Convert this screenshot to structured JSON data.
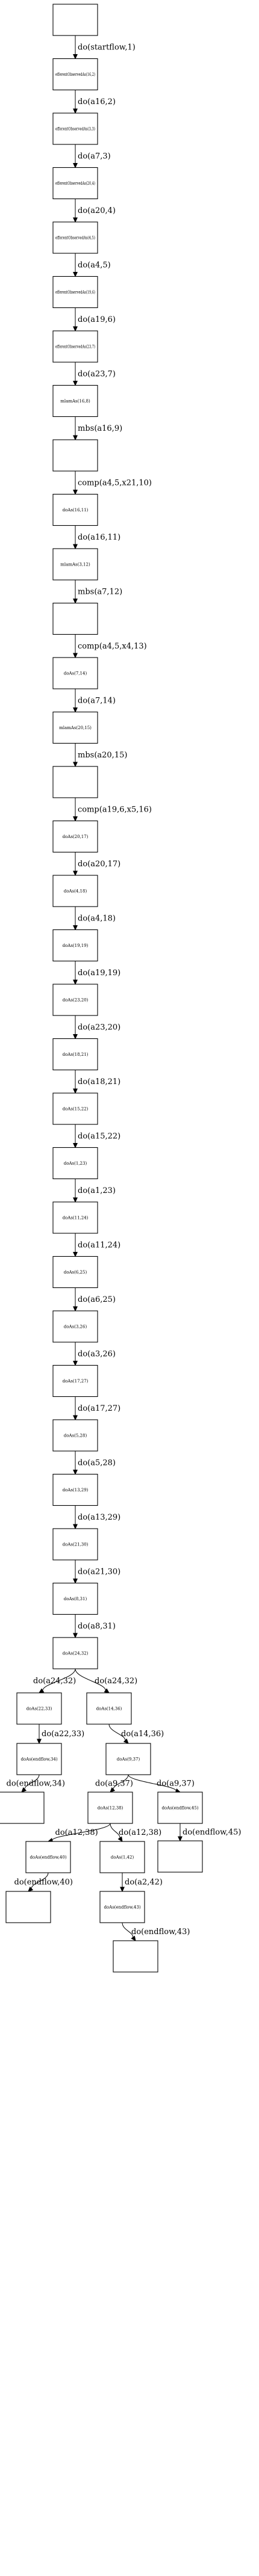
{
  "nodes": [
    {
      "id": "n0",
      "label": ""
    },
    {
      "id": "n1",
      "label": "efferentObservedAs(16,2)"
    },
    {
      "id": "n2",
      "label": "efferentObservedAs(3,3)"
    },
    {
      "id": "n3",
      "label": "efferentObservedAs(20,4)"
    },
    {
      "id": "n4",
      "label": "efferentObservedAs(4,5)"
    },
    {
      "id": "n5",
      "label": "efferentObservedAs(19,6)"
    },
    {
      "id": "n6",
      "label": "efferentObservedAs(23,7)"
    },
    {
      "id": "n7",
      "label": "mlamAs(16,8)"
    },
    {
      "id": "n8",
      "label": ""
    },
    {
      "id": "n9",
      "label": "doAs(16,11)"
    },
    {
      "id": "n10",
      "label": "mlamAs(3,12)"
    },
    {
      "id": "n11",
      "label": ""
    },
    {
      "id": "n12",
      "label": "doAs(7,14)"
    },
    {
      "id": "n13",
      "label": "mlamAs(20,15)"
    },
    {
      "id": "n14",
      "label": ""
    },
    {
      "id": "n15",
      "label": "doAs(20,17)"
    },
    {
      "id": "n16",
      "label": "doAs(4,18)"
    },
    {
      "id": "n17",
      "label": "doAs(19,19)"
    },
    {
      "id": "n18",
      "label": "doAs(23,20)"
    },
    {
      "id": "n19",
      "label": "doAs(18,21)"
    },
    {
      "id": "n20",
      "label": "doAs(15,22)"
    },
    {
      "id": "n21",
      "label": "doAs(1,23)"
    },
    {
      "id": "n22",
      "label": "doAs(11,24)"
    },
    {
      "id": "n23",
      "label": "doAs(6,25)"
    },
    {
      "id": "n24",
      "label": "doAs(3,26)"
    },
    {
      "id": "n25",
      "label": "doAs(17,27)"
    },
    {
      "id": "n26",
      "label": "doAs(5,28)"
    },
    {
      "id": "n27",
      "label": "doAs(13,29)"
    },
    {
      "id": "n28",
      "label": "doAs(21,30)"
    },
    {
      "id": "n29",
      "label": "doAs(8,31)"
    },
    {
      "id": "n30",
      "label": "doAs(24,32)"
    },
    {
      "id": "n31",
      "label": "doAs(22,33)"
    },
    {
      "id": "n32",
      "label": "doAs(14,36)"
    },
    {
      "id": "n33",
      "label": "doAs(endflow,34)"
    },
    {
      "id": "n34",
      "label": "doAs(9,37)"
    },
    {
      "id": "n35",
      "label": ""
    },
    {
      "id": "n36",
      "label": "doAs(12,38)"
    },
    {
      "id": "n37",
      "label": "doAs(endflow,45)"
    },
    {
      "id": "n38",
      "label": "doAs(endflow,40)"
    },
    {
      "id": "n39",
      "label": "doAs(1,42)"
    },
    {
      "id": "n40",
      "label": ""
    },
    {
      "id": "n41",
      "label": ""
    },
    {
      "id": "n42",
      "label": "doAs(endflow,43)"
    },
    {
      "id": "n43",
      "label": ""
    }
  ],
  "edges": [
    {
      "from": "n0",
      "to": "n1",
      "label": "do(startflow,1)"
    },
    {
      "from": "n1",
      "to": "n2",
      "label": "do(a16,2)"
    },
    {
      "from": "n2",
      "to": "n3",
      "label": "do(a7,3)"
    },
    {
      "from": "n3",
      "to": "n4",
      "label": "do(a20,4)"
    },
    {
      "from": "n4",
      "to": "n5",
      "label": "do(a4,5)"
    },
    {
      "from": "n5",
      "to": "n6",
      "label": "do(a19,6)"
    },
    {
      "from": "n6",
      "to": "n7",
      "label": "do(a23,7)"
    },
    {
      "from": "n7",
      "to": "n8",
      "label": "mbs(a16,9)"
    },
    {
      "from": "n8",
      "to": "n9",
      "label": "comp(a4,5,x21,10)"
    },
    {
      "from": "n9",
      "to": "n10",
      "label": "do(a16,11)"
    },
    {
      "from": "n10",
      "to": "n11",
      "label": "mbs(a7,12)"
    },
    {
      "from": "n11",
      "to": "n12",
      "label": "comp(a4,5,x4,13)"
    },
    {
      "from": "n12",
      "to": "n13",
      "label": "do(a7,14)"
    },
    {
      "from": "n13",
      "to": "n14",
      "label": "mbs(a20,15)"
    },
    {
      "from": "n14",
      "to": "n15",
      "label": "comp(a19,6,x5,16)"
    },
    {
      "from": "n15",
      "to": "n16",
      "label": "do(a20,17)"
    },
    {
      "from": "n16",
      "to": "n17",
      "label": "do(a4,18)"
    },
    {
      "from": "n17",
      "to": "n18",
      "label": "do(a19,19)"
    },
    {
      "from": "n18",
      "to": "n19",
      "label": "do(a23,20)"
    },
    {
      "from": "n19",
      "to": "n20",
      "label": "do(a18,21)"
    },
    {
      "from": "n20",
      "to": "n21",
      "label": "do(a15,22)"
    },
    {
      "from": "n21",
      "to": "n22",
      "label": "do(a1,23)"
    },
    {
      "from": "n22",
      "to": "n23",
      "label": "do(a11,24)"
    },
    {
      "from": "n23",
      "to": "n24",
      "label": "do(a6,25)"
    },
    {
      "from": "n24",
      "to": "n25",
      "label": "do(a3,26)"
    },
    {
      "from": "n25",
      "to": "n26",
      "label": "do(a17,27)"
    },
    {
      "from": "n26",
      "to": "n27",
      "label": "do(a5,28)"
    },
    {
      "from": "n27",
      "to": "n28",
      "label": "do(a13,29)"
    },
    {
      "from": "n28",
      "to": "n29",
      "label": "do(a21,30)"
    },
    {
      "from": "n29",
      "to": "n30",
      "label": "do(a8,31)"
    },
    {
      "from": "n30",
      "to": "n31",
      "label": "do(a24,32)"
    },
    {
      "from": "n30",
      "to": "n32",
      "label": "do(a24,32)"
    },
    {
      "from": "n31",
      "to": "n33",
      "label": "do(a22,33)"
    },
    {
      "from": "n32",
      "to": "n34",
      "label": "do(a14,36)"
    },
    {
      "from": "n33",
      "to": "n35",
      "label": "do(endflow,34)"
    },
    {
      "from": "n34",
      "to": "n36",
      "label": "do(a9,37)"
    },
    {
      "from": "n34",
      "to": "n37",
      "label": "do(a9,37)"
    },
    {
      "from": "n36",
      "to": "n38",
      "label": "do(a12,38)"
    },
    {
      "from": "n36",
      "to": "n39",
      "label": "do(a12,38)"
    },
    {
      "from": "n37",
      "to": "n40",
      "label": "do(endflow,45)"
    },
    {
      "from": "n38",
      "to": "n41",
      "label": "do(endflow,40)"
    },
    {
      "from": "n39",
      "to": "n42",
      "label": "do(a2,42)"
    },
    {
      "from": "n42",
      "to": "n43",
      "label": "do(endflow,43)"
    }
  ]
}
